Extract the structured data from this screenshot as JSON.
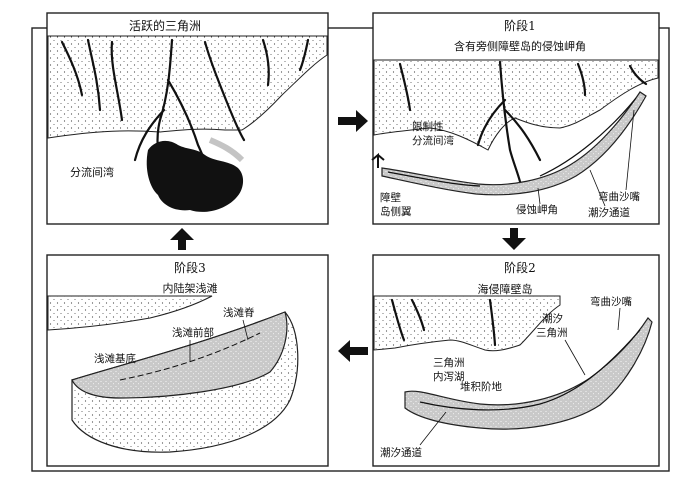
{
  "panel_active": {
    "title": "活跃的三角洲",
    "interdistributary_bay": "分流间湾"
  },
  "panel_stage1": {
    "title": "阶段1",
    "subtitle": "含有旁侧障壁岛的侵蚀岬角",
    "restricted_bay_1": "限制性",
    "restricted_bay_2": "分流间湾",
    "barrier_flank_1": "障壁",
    "barrier_flank_2": "岛侧翼",
    "erosional_headland": "侵蚀岬角",
    "curved_spit": "弯曲沙嘴",
    "tidal_channel": "潮汐通道"
  },
  "panel_stage2": {
    "title": "阶段2",
    "subtitle": "海侵障壁岛",
    "tidal_delta_1": "潮汐",
    "tidal_delta_2": "三角洲",
    "curved_spit": "弯曲沙嘴",
    "delta_lagoon_1": "三角洲",
    "delta_lagoon_2": "内泻湖",
    "depositional_terrace": "堆积阶地",
    "tidal_channel": "潮汐通道"
  },
  "panel_stage3": {
    "title": "阶段3",
    "subtitle": "内陆架浅滩",
    "shoal_ridge": "浅滩脊",
    "shoal_front": "浅滩前部",
    "shoal_base": "浅滩基底"
  },
  "colors": {
    "ink": "#111111",
    "sand": "#c9c9c9",
    "frame": "#222222"
  }
}
